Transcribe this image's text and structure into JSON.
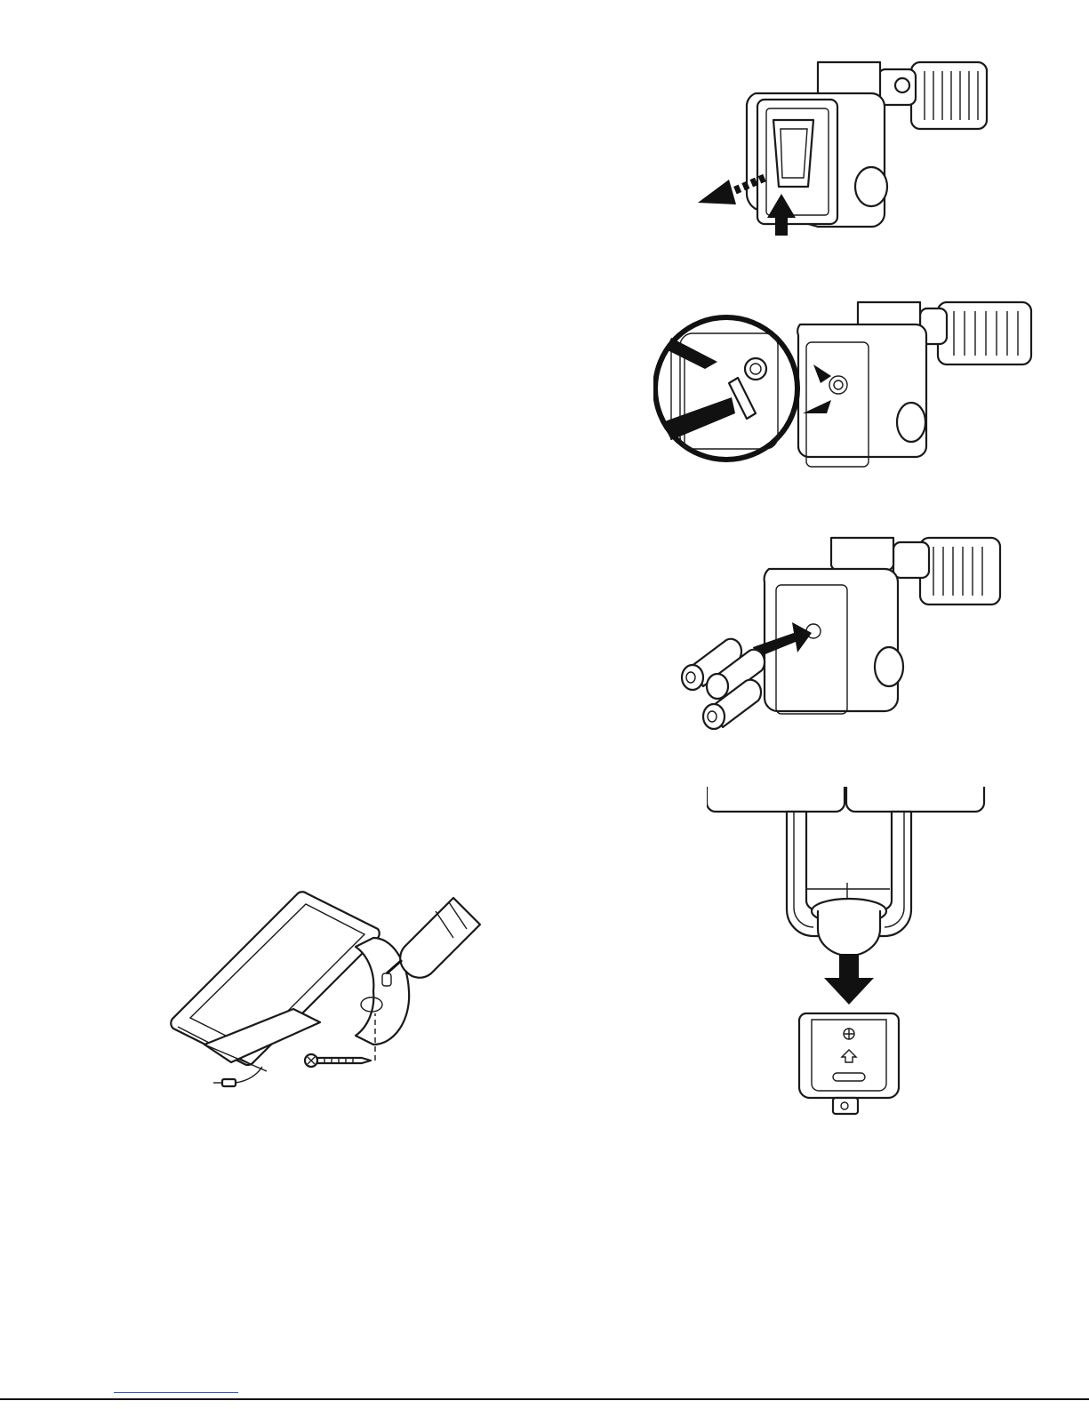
{
  "page": {
    "background": "#ffffff"
  },
  "illustrations": [
    {
      "id": "remove-battery-cover",
      "icon": "remove-battery-cover-icon"
    },
    {
      "id": "battery-contacts",
      "icon": "battery-contacts-icon"
    },
    {
      "id": "insert-batteries",
      "icon": "insert-batteries-icon"
    },
    {
      "id": "solar-panel-mount",
      "icon": "solar-panel-mount-icon"
    },
    {
      "id": "mounting-bracket",
      "icon": "mounting-bracket-icon"
    }
  ],
  "colors": {
    "line": "#1a1a1a",
    "fill": "#ffffff",
    "arrow": "#111111",
    "link": "#3355cc"
  }
}
